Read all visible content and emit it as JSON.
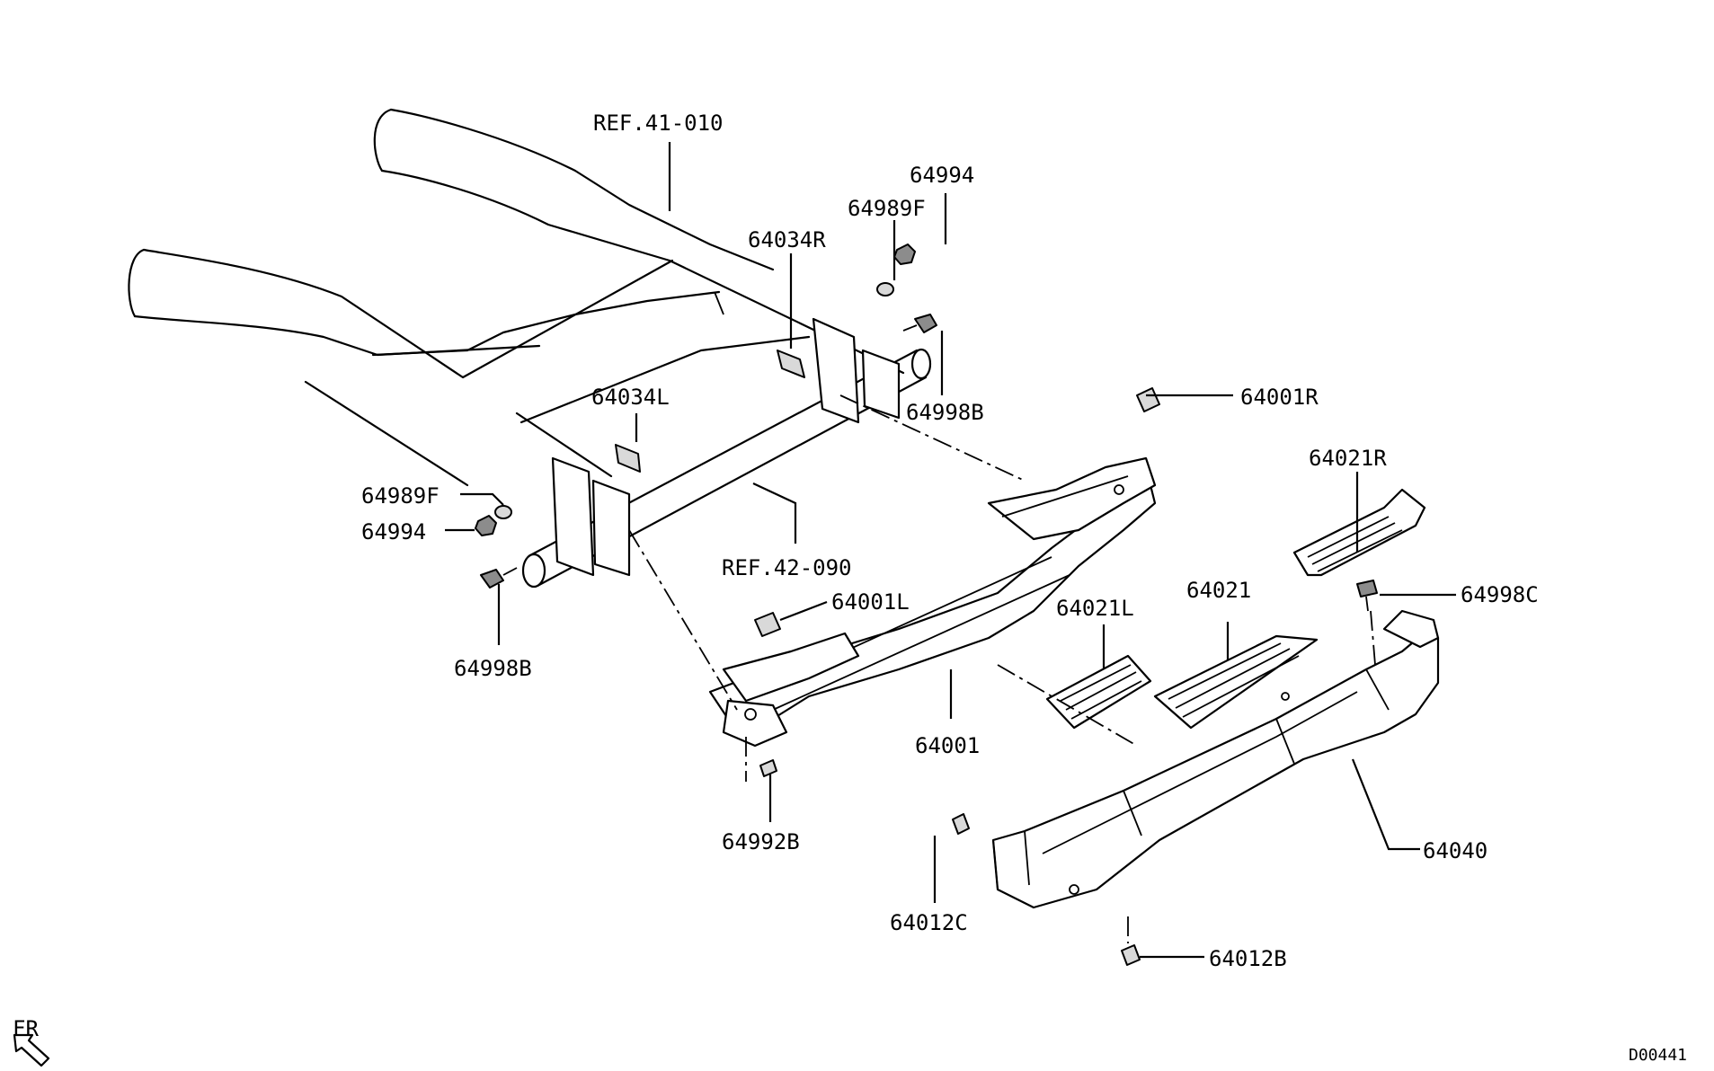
{
  "diagram_id": "D00441",
  "direction_label": "FR",
  "callouts": {
    "ref_41_010": "REF.41-010",
    "ref_42_090": "REF.42-090",
    "p64994_top": "64994",
    "p64989F_top": "64989F",
    "p64034R": "64034R",
    "p64998B_right": "64998B",
    "p64034L": "64034L",
    "p64989F_left": "64989F",
    "p64994_left": "64994",
    "p64998B_left": "64998B",
    "p64001R": "64001R",
    "p64021R": "64021R",
    "p64998C": "64998C",
    "p64001L": "64001L",
    "p64021L": "64021L",
    "p64021": "64021",
    "p64001": "64001",
    "p64992B": "64992B",
    "p64040": "64040",
    "p64012C": "64012C",
    "p64012B": "64012B"
  }
}
